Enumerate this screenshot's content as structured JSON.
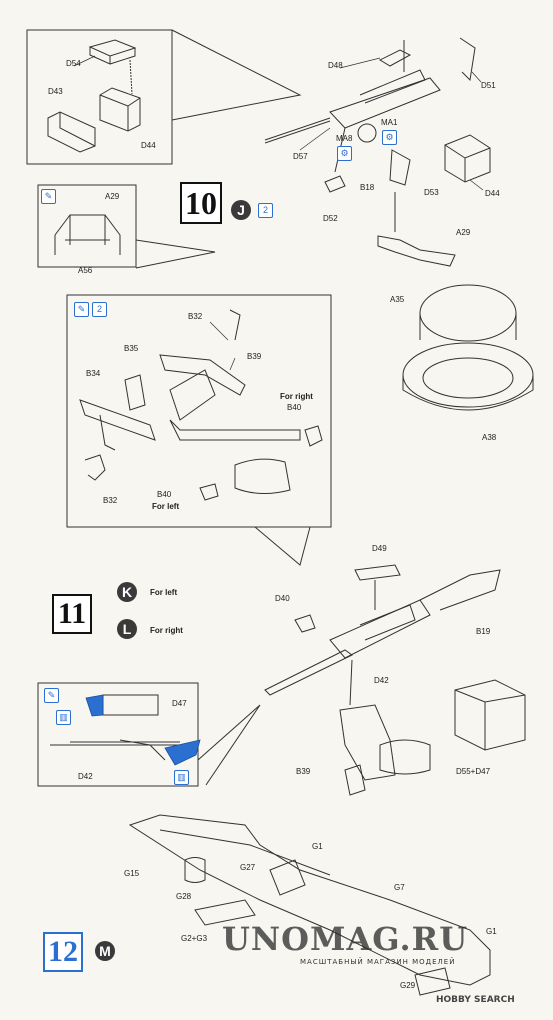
{
  "steps": {
    "s10": {
      "number": "10",
      "marker": "J",
      "count_badge": "2"
    },
    "s11": {
      "number": "11",
      "left_marker": "K",
      "left_label": "For left",
      "right_marker": "L",
      "right_label": "For right"
    },
    "s12": {
      "number": "12",
      "marker": "M"
    }
  },
  "parts": {
    "D54": "D54",
    "D43": "D43",
    "D44a": "D44",
    "D48": "D48",
    "D51": "D51",
    "D57": "D57",
    "MA8": "MA8",
    "MA1": "MA1",
    "B18": "B18",
    "D53": "D53",
    "D44b": "D44",
    "D52": "D52",
    "A29a": "A29",
    "A56": "A56",
    "A29b": "A29",
    "A35": "A35",
    "A38": "A38",
    "B32a": "B32",
    "B35": "B35",
    "B39a": "B39",
    "B34": "B34",
    "B40a": "B40",
    "B32b": "B32",
    "B40b": "B40",
    "D49": "D49",
    "D40": "D40",
    "B19": "B19",
    "D42a": "D42",
    "D47": "D47",
    "D42b": "D42",
    "B39b": "B39",
    "D55D47": "D55+D47",
    "G1a": "G1",
    "G15": "G15",
    "G27": "G27",
    "G7": "G7",
    "G28": "G28",
    "G2G3": "G2+G3",
    "G1b": "G1",
    "G29": "G29"
  },
  "notes": {
    "for_right": "For right",
    "for_left": "For left",
    "badge2": "2"
  },
  "watermark": {
    "main": "UNOMAG.RU",
    "sub": "МАСШТАБНЫЙ МАГАЗИН МОДЕЛЕЙ",
    "hobby": "HOBBY SEARCH"
  },
  "colors": {
    "accent": "#2b6fd1",
    "ink": "#222222"
  }
}
